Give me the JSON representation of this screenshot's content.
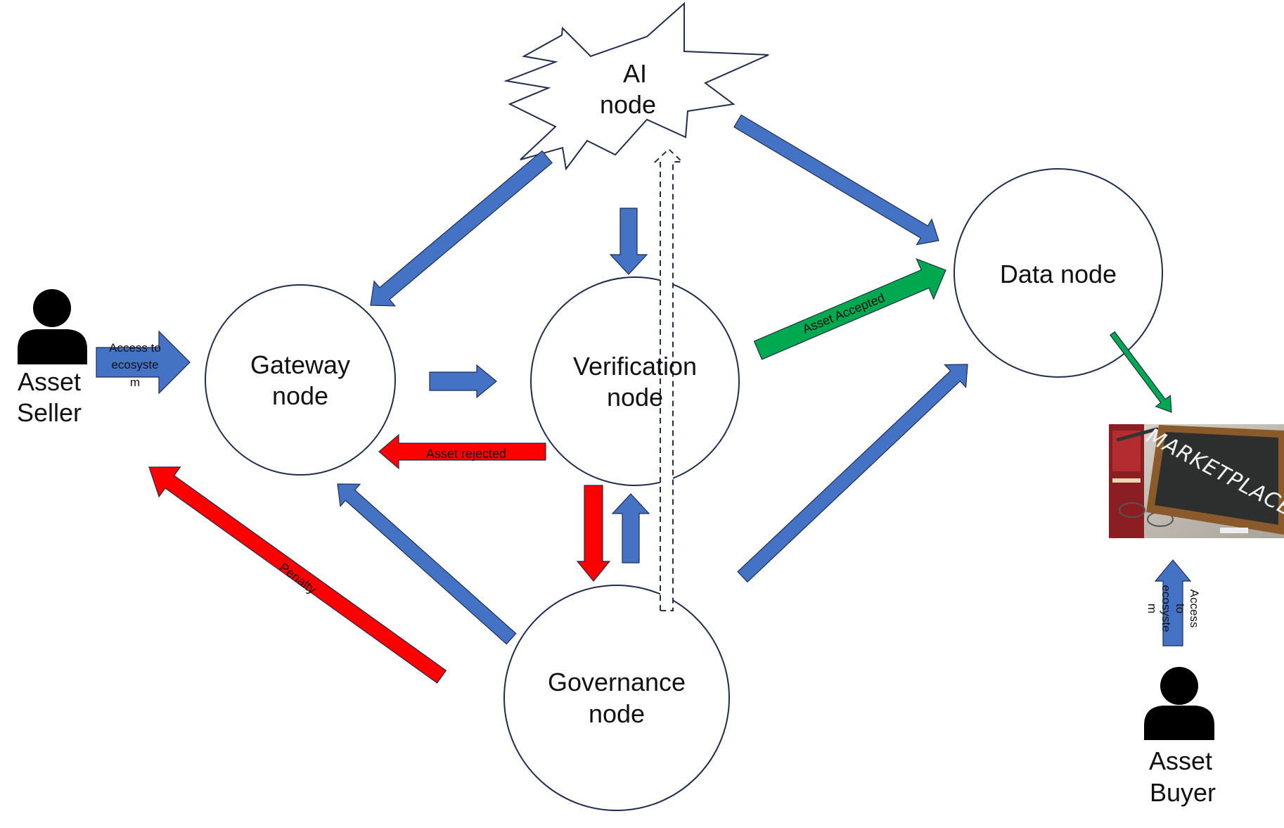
{
  "nodes": {
    "ai": {
      "line1": "AI",
      "line2": "node"
    },
    "gateway": {
      "line1": "Gateway",
      "line2": "node"
    },
    "verification": {
      "line1": "Verification",
      "line2": "node"
    },
    "data": {
      "line1": "Data node"
    },
    "governance": {
      "line1": "Governance",
      "line2": "node"
    }
  },
  "actors": {
    "seller": {
      "line1": "Asset",
      "line2": "Seller"
    },
    "buyer": {
      "line1": "Asset",
      "line2": "Buyer"
    }
  },
  "arrows": {
    "seller_access": {
      "line1": "Access to",
      "line2": "ecosyste",
      "line3": "m"
    },
    "buyer_access": {
      "line1": "Access",
      "line2": "to",
      "line3": "ecosyste",
      "line4": "m"
    },
    "asset_accepted": "Asset Accepted",
    "asset_rejected": "Asset rejected",
    "penalty": "Penalty"
  },
  "marketplace": {
    "sign_text": "MARKETPLACE"
  },
  "colors": {
    "blue": "#4472c4",
    "red": "#ff0000",
    "green": "#00a84f",
    "outline": "#1f2d4e",
    "dark": "#222222"
  }
}
